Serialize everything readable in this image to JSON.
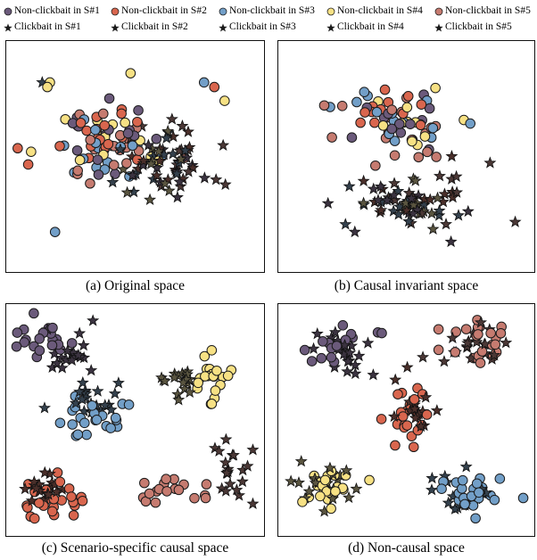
{
  "chart_data": {
    "type": "scatter",
    "title": "",
    "legend": {
      "position": "top",
      "entries": [
        {
          "label": "Non-clickbait in S#1",
          "marker": "circle",
          "color": "#6b5a7b",
          "series": "S1"
        },
        {
          "label": "Non-clickbait in S#2",
          "marker": "circle",
          "color": "#d9664e",
          "series": "S2"
        },
        {
          "label": "Non-clickbait in S#3",
          "marker": "circle",
          "color": "#729fc8",
          "series": "S3"
        },
        {
          "label": "Non-clickbait in S#4",
          "marker": "circle",
          "color": "#f7e184",
          "series": "S4"
        },
        {
          "label": "Non-clickbait in S#5",
          "marker": "circle",
          "color": "#c67b70",
          "series": "S5"
        },
        {
          "label": "Clickbait in S#1",
          "marker": "star",
          "color": "#3b3340",
          "series": "S1"
        },
        {
          "label": "Clickbait in S#2",
          "marker": "star",
          "color": "#4a2f2a",
          "series": "S2"
        },
        {
          "label": "Clickbait in S#3",
          "marker": "star",
          "color": "#34414d",
          "series": "S3"
        },
        {
          "label": "Clickbait in S#4",
          "marker": "star",
          "color": "#5a5540",
          "series": "S4"
        },
        {
          "label": "Clickbait in S#5",
          "marker": "star",
          "color": "#4b3836",
          "series": "S5"
        }
      ]
    },
    "axes": {
      "visible": false,
      "grid": false,
      "xlim": [
        0,
        100
      ],
      "ylim": [
        0,
        100
      ]
    },
    "subplots": [
      {
        "id": "a",
        "caption": "(a) Original space",
        "description": "All scenarios and classes intermixed; non-clickbait concentrated left-center, clickbait right-center",
        "clusters": [
          {
            "series": "S1",
            "marker": "circle",
            "cx": 38,
            "cy": 42,
            "sx": 11,
            "sy": 10,
            "n": 16
          },
          {
            "series": "S2",
            "marker": "circle",
            "cx": 36,
            "cy": 42,
            "sx": 12,
            "sy": 10,
            "n": 20
          },
          {
            "series": "S3",
            "marker": "circle",
            "cx": 38,
            "cy": 44,
            "sx": 13,
            "sy": 12,
            "n": 16
          },
          {
            "series": "S4",
            "marker": "circle",
            "cx": 36,
            "cy": 42,
            "sx": 12,
            "sy": 10,
            "n": 14
          },
          {
            "series": "S5",
            "marker": "circle",
            "cx": 40,
            "cy": 44,
            "sx": 13,
            "sy": 11,
            "n": 18
          },
          {
            "series": "S1",
            "marker": "star",
            "cx": 62,
            "cy": 52,
            "sx": 11,
            "sy": 11,
            "n": 14
          },
          {
            "series": "S2",
            "marker": "star",
            "cx": 60,
            "cy": 52,
            "sx": 11,
            "sy": 11,
            "n": 14
          },
          {
            "series": "S3",
            "marker": "star",
            "cx": 60,
            "cy": 52,
            "sx": 11,
            "sy": 11,
            "n": 14
          },
          {
            "series": "S4",
            "marker": "star",
            "cx": 56,
            "cy": 54,
            "sx": 12,
            "sy": 11,
            "n": 12
          },
          {
            "series": "S5",
            "marker": "star",
            "cx": 64,
            "cy": 52,
            "sx": 11,
            "sy": 11,
            "n": 14
          }
        ],
        "outliers": [
          {
            "series": "S4",
            "marker": "circle",
            "x": 17,
            "y": 18
          },
          {
            "series": "S4",
            "marker": "circle",
            "x": 16,
            "y": 20
          },
          {
            "series": "S3",
            "marker": "star",
            "x": 14,
            "y": 18
          },
          {
            "series": "S3",
            "marker": "circle",
            "x": 77,
            "y": 18
          },
          {
            "series": "S2",
            "marker": "circle",
            "x": 81,
            "y": 20
          },
          {
            "series": "S4",
            "marker": "circle",
            "x": 85,
            "y": 26
          },
          {
            "series": "S3",
            "marker": "circle",
            "x": 19,
            "y": 83
          }
        ]
      },
      {
        "id": "b",
        "caption": "(b) Causal invariant space",
        "description": "Two bands: non-clickbait (all scenarios mixed) on top, clickbait (all scenarios mixed) on bottom",
        "clusters": [
          {
            "series": "S1",
            "marker": "circle",
            "cx": 50,
            "cy": 36,
            "sx": 15,
            "sy": 8,
            "n": 12
          },
          {
            "series": "S2",
            "marker": "circle",
            "cx": 50,
            "cy": 34,
            "sx": 15,
            "sy": 8,
            "n": 14
          },
          {
            "series": "S3",
            "marker": "circle",
            "cx": 46,
            "cy": 36,
            "sx": 15,
            "sy": 8,
            "n": 14
          },
          {
            "series": "S4",
            "marker": "circle",
            "cx": 50,
            "cy": 36,
            "sx": 15,
            "sy": 8,
            "n": 12
          },
          {
            "series": "S5",
            "marker": "circle",
            "cx": 52,
            "cy": 40,
            "sx": 16,
            "sy": 11,
            "n": 16
          },
          {
            "series": "S1",
            "marker": "star",
            "cx": 50,
            "cy": 69,
            "sx": 16,
            "sy": 7,
            "n": 14
          },
          {
            "series": "S2",
            "marker": "star",
            "cx": 52,
            "cy": 70,
            "sx": 16,
            "sy": 7,
            "n": 14
          },
          {
            "series": "S3",
            "marker": "star",
            "cx": 48,
            "cy": 70,
            "sx": 16,
            "sy": 7,
            "n": 16
          },
          {
            "series": "S4",
            "marker": "star",
            "cx": 52,
            "cy": 70,
            "sx": 16,
            "sy": 7,
            "n": 14
          },
          {
            "series": "S5",
            "marker": "star",
            "cx": 54,
            "cy": 68,
            "sx": 16,
            "sy": 8,
            "n": 14
          }
        ],
        "outliers": [
          {
            "series": "S5",
            "marker": "circle",
            "x": 18,
            "y": 28
          },
          {
            "series": "S5",
            "marker": "star",
            "x": 83,
            "y": 53
          },
          {
            "series": "S1",
            "marker": "star",
            "x": 30,
            "y": 83
          }
        ]
      },
      {
        "id": "c",
        "caption": "(c) Scenario-specific causal space",
        "description": "Five separated clusters, one per scenario; clickbait and non-clickbait mixed within each scenario cluster",
        "clusters": [
          {
            "series": "S1",
            "marker": "circle",
            "cx": 15,
            "cy": 17,
            "sx": 8,
            "sy": 8,
            "n": 20
          },
          {
            "series": "S1",
            "marker": "star",
            "cx": 24,
            "cy": 22,
            "sx": 6,
            "sy": 7,
            "n": 20
          },
          {
            "series": "S3",
            "marker": "circle",
            "cx": 36,
            "cy": 50,
            "sx": 8,
            "sy": 7,
            "n": 22
          },
          {
            "series": "S3",
            "marker": "star",
            "cx": 33,
            "cy": 41,
            "sx": 7,
            "sy": 5,
            "n": 20
          },
          {
            "series": "S4",
            "marker": "circle",
            "cx": 80,
            "cy": 31,
            "sx": 5,
            "sy": 6,
            "n": 22
          },
          {
            "series": "S4",
            "marker": "star",
            "cx": 68,
            "cy": 35,
            "sx": 5,
            "sy": 5,
            "n": 20
          },
          {
            "series": "S2",
            "marker": "circle",
            "cx": 18,
            "cy": 86,
            "sx": 9,
            "sy": 6,
            "n": 24
          },
          {
            "series": "S2",
            "marker": "star",
            "cx": 17,
            "cy": 79,
            "sx": 7,
            "sy": 4,
            "n": 20
          },
          {
            "series": "S5",
            "marker": "circle",
            "cx": 66,
            "cy": 82,
            "sx": 10,
            "sy": 4,
            "n": 18
          },
          {
            "series": "S5",
            "marker": "star",
            "cx": 88,
            "cy": 70,
            "sx": 5,
            "sy": 10,
            "n": 20
          }
        ],
        "outliers": []
      },
      {
        "id": "d",
        "caption": "(d) Non-causal space",
        "description": "Five separated scenario clusters with clickbait and non-clickbait interleaved",
        "clusters": [
          {
            "series": "S1",
            "marker": "circle",
            "cx": 24,
            "cy": 19,
            "sx": 8,
            "sy": 6,
            "n": 20
          },
          {
            "series": "S1",
            "marker": "star",
            "cx": 27,
            "cy": 19,
            "sx": 8,
            "sy": 6,
            "n": 20
          },
          {
            "series": "S5",
            "marker": "circle",
            "cx": 78,
            "cy": 15,
            "sx": 8,
            "sy": 6,
            "n": 22
          },
          {
            "series": "S5",
            "marker": "star",
            "cx": 77,
            "cy": 17,
            "sx": 9,
            "sy": 7,
            "n": 20
          },
          {
            "series": "S2",
            "marker": "circle",
            "cx": 52,
            "cy": 48,
            "sx": 6,
            "sy": 9,
            "n": 22
          },
          {
            "series": "S2",
            "marker": "star",
            "cx": 53,
            "cy": 48,
            "sx": 6,
            "sy": 9,
            "n": 18
          },
          {
            "series": "S4",
            "marker": "circle",
            "cx": 20,
            "cy": 78,
            "sx": 8,
            "sy": 6,
            "n": 24
          },
          {
            "series": "S4",
            "marker": "star",
            "cx": 20,
            "cy": 78,
            "sx": 8,
            "sy": 6,
            "n": 20
          },
          {
            "series": "S3",
            "marker": "circle",
            "cx": 77,
            "cy": 82,
            "sx": 9,
            "sy": 6,
            "n": 24
          },
          {
            "series": "S3",
            "marker": "star",
            "cx": 72,
            "cy": 82,
            "sx": 9,
            "sy": 6,
            "n": 20
          }
        ],
        "outliers": []
      }
    ]
  },
  "captions": {
    "a": "(a) Original space",
    "b": "(b) Causal invariant space",
    "c": "(c) Scenario-specific causal space",
    "d": "(d) Non-causal space"
  }
}
